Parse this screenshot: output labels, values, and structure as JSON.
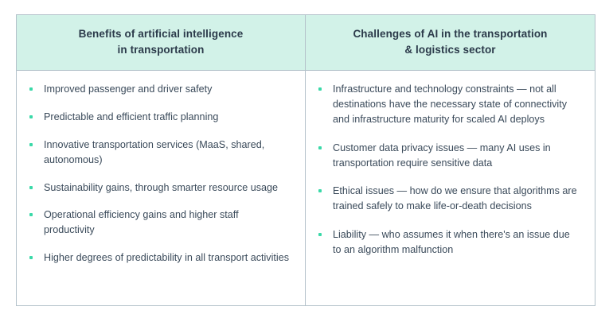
{
  "table": {
    "columns": [
      {
        "id": "benefits",
        "header": "Benefits of artificial intelligence in transportation",
        "header_line1": "Benefits of artificial intelligence",
        "header_line2": "in transportation",
        "items": [
          "Improved passenger and driver safety",
          "Predictable and efficient traffic planning",
          "Innovative transportation services (MaaS, shared, autonomous)",
          "Sustainability gains, through smarter resource usage",
          "Operational efficiency gains and higher staff productivity",
          "Higher degrees of predictability in all transport activities"
        ]
      },
      {
        "id": "challenges",
        "header": "Challenges of AI in the transportation & logistics sector",
        "header_line1": "Challenges of AI in the transportation",
        "header_line2": "& logistics sector",
        "items": [
          "Infrastructure and technology constraints — not all destinations have the necessary state of connectivity and infrastructure maturity for scaled AI deploys",
          "Customer data privacy issues — many AI uses in transportation require sensitive data",
          "Ethical issues — how do we ensure that algorithms are trained safely to make life-or-death decisions",
          "Liability — who assumes it when there's an issue due to an algorithm malfunction"
        ]
      }
    ]
  },
  "colors": {
    "header_background": "#d2f2e8",
    "header_text": "#2b3a4a",
    "body_text": "#3a4a5a",
    "bullet_marker": "#3ad9a8",
    "border": "#b3c1ca",
    "page_background": "#ffffff"
  }
}
